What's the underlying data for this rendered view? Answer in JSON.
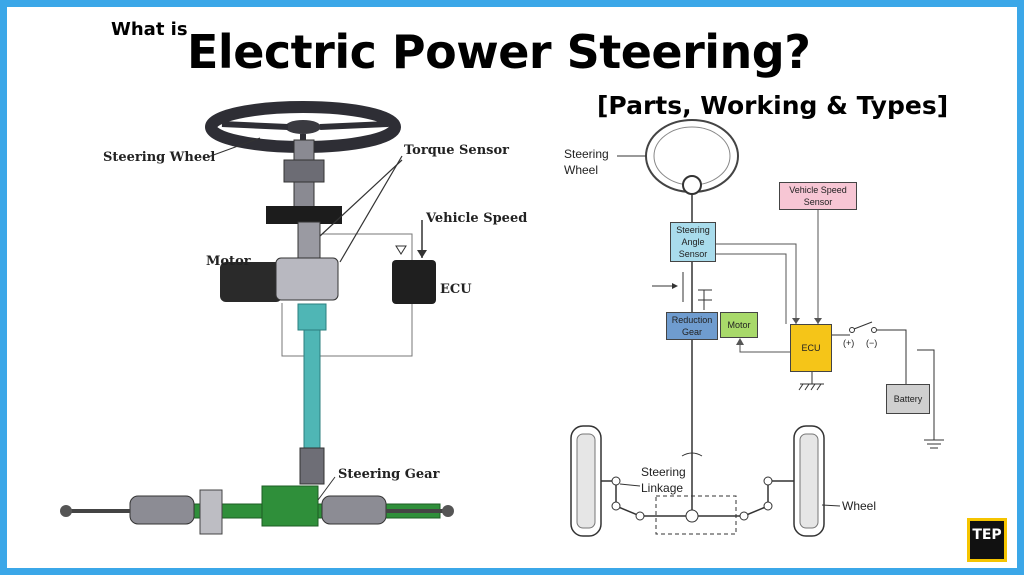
{
  "title": {
    "prefix": "What is",
    "main": "Electric Power Steering?",
    "subtitle": "[Parts, Working & Types]"
  },
  "left_diagram": {
    "labels": {
      "steering_wheel": "Steering Wheel",
      "torque_sensor": "Torque Sensor",
      "vehicle_speed": "Vehicle Speed",
      "motor": "Motor",
      "ecu": "ECU",
      "steering_gear": "Steering Gear"
    }
  },
  "right_diagram": {
    "labels": {
      "steering_wheel_1": "Steering",
      "steering_wheel_2": "Wheel",
      "vehicle_speed_sensor_1": "Vehicle Speed",
      "vehicle_speed_sensor_2": "Sensor",
      "steering_angle_sensor_1": "Steering",
      "steering_angle_sensor_2": "Angle",
      "steering_angle_sensor_3": "Sensor",
      "reduction_gear_1": "Reduction",
      "reduction_gear_2": "Gear",
      "motor": "Motor",
      "ecu": "ECU",
      "plus": "(+)",
      "minus": "(−)",
      "battery": "Battery",
      "steering_linkage_1": "Steering",
      "steering_linkage_2": "Linkage",
      "wheel": "Wheel"
    },
    "colors": {
      "vehicle_speed_sensor": "#f7c6d4",
      "steering_angle_sensor": "#a9dcec",
      "reduction_gear": "#6f9ccf",
      "motor": "#a8d96a",
      "ecu": "#f5c518",
      "battery": "#cfcfcf"
    }
  },
  "logo": {
    "text": "TEP"
  },
  "frame_color": "#3ba7e8"
}
